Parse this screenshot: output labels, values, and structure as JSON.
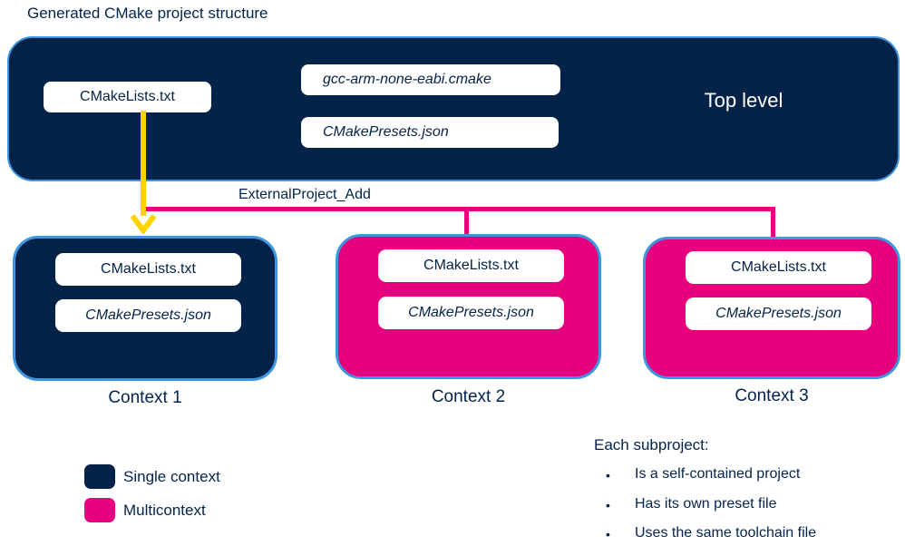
{
  "title": "Generated CMake project structure",
  "colors": {
    "navy": "#052348",
    "pink": "#e6007e",
    "yellow": "#ffd200",
    "border_blue": "#3c96e0"
  },
  "top_level": {
    "label": "Top level",
    "cmakelists": "CMakeLists.txt",
    "toolchain_file": "gcc-arm-none-eabi.cmake",
    "presets_file": "CMakePresets.json"
  },
  "connector": {
    "label": "ExternalProject_Add"
  },
  "contexts": [
    {
      "label": "Context 1",
      "type": "single context",
      "files": [
        "CMakeLists.txt",
        "CMakePresets.json"
      ]
    },
    {
      "label": "Context 2",
      "type": "multicontext",
      "files": [
        "CMakeLists.txt",
        "CMakePresets.json"
      ]
    },
    {
      "label": "Context 3",
      "type": "multicontext",
      "files": [
        "CMakeLists.txt",
        "CMakePresets.json"
      ]
    }
  ],
  "legend": {
    "items": [
      {
        "label": "Single context",
        "color": "#052348"
      },
      {
        "label": "Multicontext",
        "color": "#e6007e"
      }
    ]
  },
  "notes": {
    "heading": "Each subproject:",
    "bullet_glyph": "•",
    "bullets": [
      "Is a self-contained project",
      "Has its own preset file",
      "Uses the same toolchain file"
    ]
  }
}
